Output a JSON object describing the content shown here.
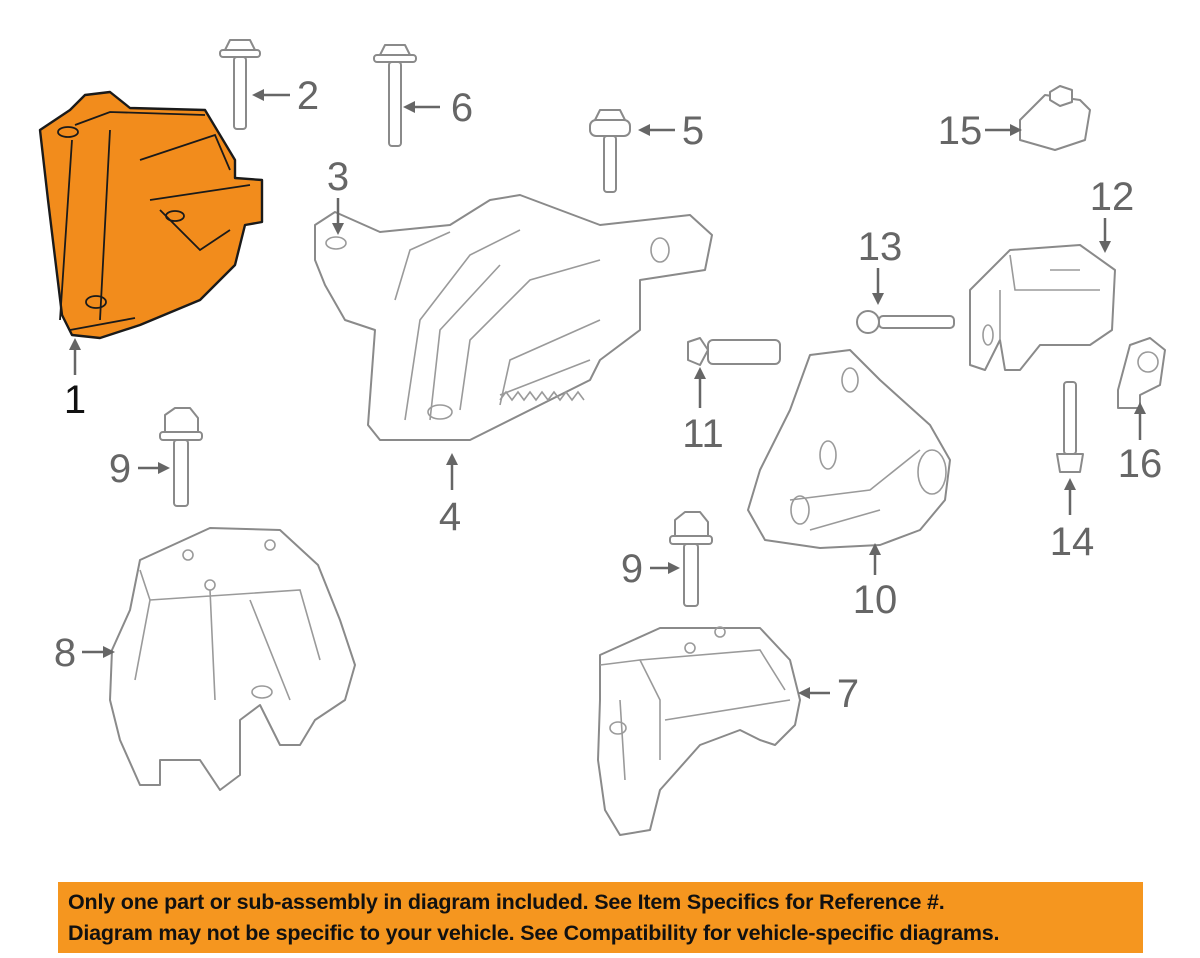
{
  "diagram": {
    "callouts": [
      {
        "id": "1",
        "label": "1"
      },
      {
        "id": "2",
        "label": "2"
      },
      {
        "id": "3",
        "label": "3"
      },
      {
        "id": "4",
        "label": "4"
      },
      {
        "id": "5",
        "label": "5"
      },
      {
        "id": "6",
        "label": "6"
      },
      {
        "id": "7",
        "label": "7"
      },
      {
        "id": "8",
        "label": "8"
      },
      {
        "id": "9a",
        "label": "9"
      },
      {
        "id": "9b",
        "label": "9"
      },
      {
        "id": "10",
        "label": "10"
      },
      {
        "id": "11",
        "label": "11"
      },
      {
        "id": "12",
        "label": "12"
      },
      {
        "id": "13",
        "label": "13"
      },
      {
        "id": "14",
        "label": "14"
      },
      {
        "id": "15",
        "label": "15"
      },
      {
        "id": "16",
        "label": "16"
      }
    ],
    "highlight_color": "#F28C1C"
  },
  "banner": {
    "line1": "Only one part or sub-assembly in diagram included. See Item Specifics for Reference #.",
    "line2": "Diagram may not be specific to your vehicle. See Compatibility for vehicle-specific diagrams.",
    "color": "#F5961F"
  }
}
